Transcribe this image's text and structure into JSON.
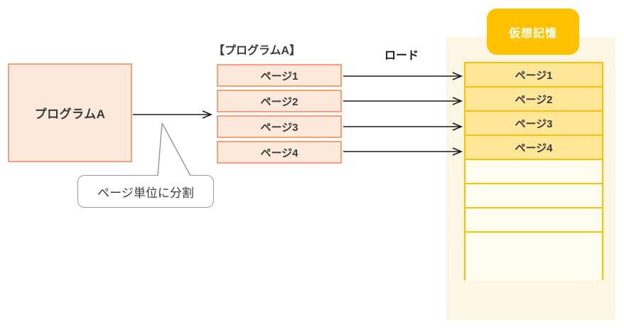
{
  "diagram_title": "virtual-memory-paging-diagram",
  "program_box": {
    "label": "プログラムA"
  },
  "split_callout": {
    "label": "ページ単位に分割"
  },
  "program_pages": {
    "title": "【プログラムA】",
    "pages": [
      "ページ1",
      "ページ2",
      "ページ3",
      "ページ4"
    ]
  },
  "load": {
    "label": "ロード"
  },
  "virtual_memory": {
    "title": "仮想記憶",
    "filled_pages": [
      "ページ1",
      "ページ2",
      "ページ3",
      "ページ4"
    ],
    "empty_slot_count": 5
  },
  "colors": {
    "peach_fill": "#fce9db",
    "peach_border": "#f1a27b",
    "gold": "#ffc000",
    "gold_cell_fill": "#ffe699",
    "cream_panel": "#fdf6e4",
    "text": "#3a3a3a",
    "callout_border": "#9b9b9b",
    "arrow": "#1a1a1a"
  }
}
